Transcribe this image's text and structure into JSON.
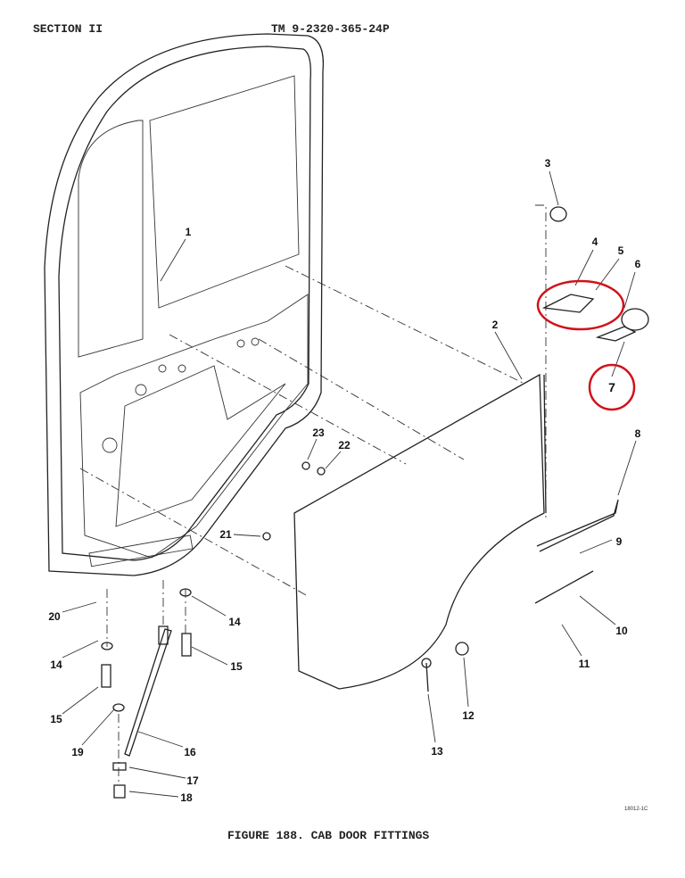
{
  "header": {
    "section": "SECTION II",
    "manual": "TM 9-2320-365-24P"
  },
  "figure": {
    "caption": "FIGURE 188.  CAB DOOR FITTINGS",
    "code": "18012-1C",
    "callouts": [
      "1",
      "2",
      "3",
      "4",
      "5",
      "6",
      "7",
      "8",
      "9",
      "10",
      "11",
      "12",
      "13",
      "14",
      "14",
      "15",
      "15",
      "16",
      "17",
      "18",
      "19",
      "20",
      "21",
      "22",
      "23"
    ],
    "highlight_color": "#d0121b"
  }
}
